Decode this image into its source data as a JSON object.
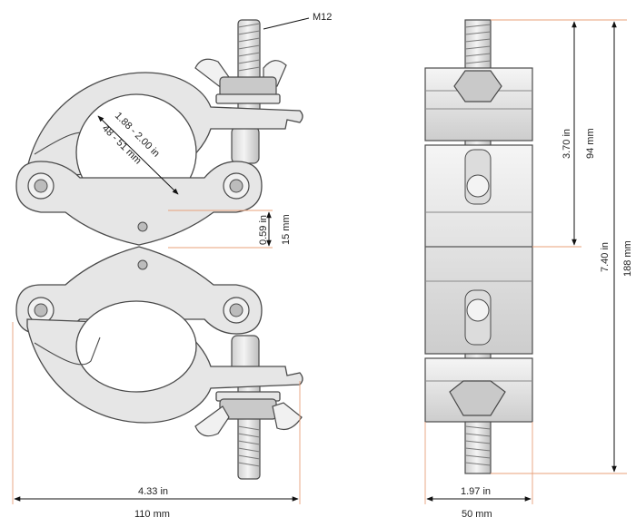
{
  "dimensions": {
    "bolt_label": "M12",
    "tube_diameter_in": "1.88 - 2.00 in",
    "tube_diameter_mm": "48 - 51 mm",
    "gap_in": "0.59 in",
    "gap_mm": "15 mm",
    "width_in": "4.33 in",
    "width_mm": "110 mm",
    "depth_in": "1.97 in",
    "depth_mm": "50 mm",
    "half_height_in": "3.70 in",
    "half_height_mm": "94 mm",
    "height_in": "7.40 in",
    "height_mm": "188 mm"
  },
  "colors": {
    "extension_lines": "#e8a07a",
    "metal": "#e6e6e6",
    "outline": "#4a4a4a"
  }
}
